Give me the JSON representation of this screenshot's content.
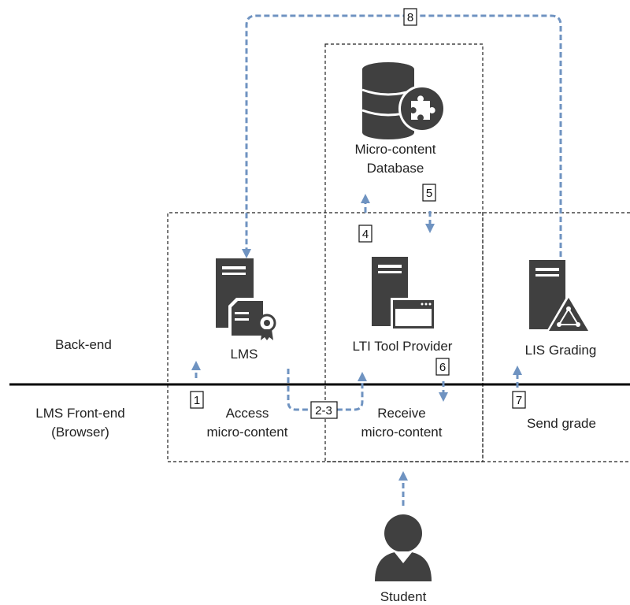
{
  "zones": {
    "backend": "Back-end",
    "frontend_line1": "LMS Front-end",
    "frontend_line2": "(Browser)"
  },
  "nodes": {
    "database_line1": "Micro-content",
    "database_line2": "Database",
    "lms": "LMS",
    "tool_provider": "LTI Tool Provider",
    "lis_grading": "LIS Grading",
    "student": "Student"
  },
  "actions": {
    "access_line1": "Access",
    "access_line2": "micro-content",
    "receive_line1": "Receive",
    "receive_line2": "micro-content",
    "send_grade": "Send grade"
  },
  "steps": [
    "1",
    "2-3",
    "4",
    "5",
    "6",
    "7",
    "8"
  ],
  "colors": {
    "arrow": "#6f93c1",
    "icon": "#404040",
    "divider": "#000000",
    "box_border": "#222222"
  },
  "icons": {
    "database": "database-puzzle-icon",
    "lms": "server-certificate-icon",
    "tool_provider": "server-window-icon",
    "lis_grading": "server-network-icon",
    "student": "person-icon"
  }
}
